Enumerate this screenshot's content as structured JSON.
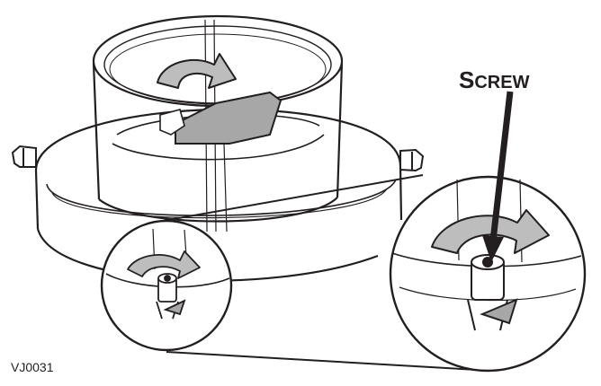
{
  "callout": {
    "label_initial": "S",
    "label_rest": "CREW"
  },
  "figure": {
    "id": "VJ0031"
  },
  "colors": {
    "line": "#231f20",
    "arrow_fill": "#bdbdbd",
    "blade_fill": "#a7a7a7",
    "background": "#ffffff"
  },
  "icons": {
    "rotation_arrow": "curved-arrow-icon",
    "pointer": "down-arrow-icon"
  }
}
